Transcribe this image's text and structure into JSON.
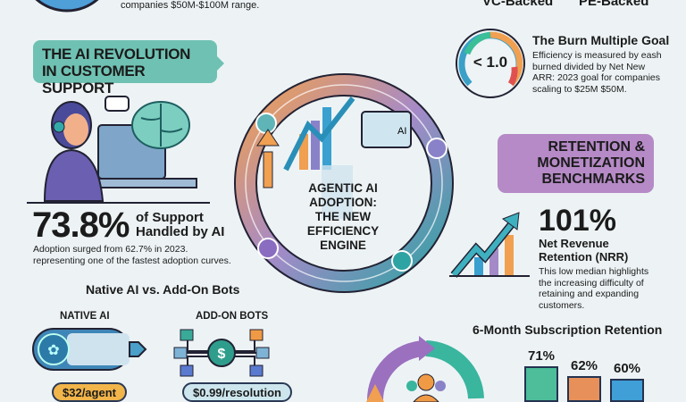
{
  "top": {
    "companies_text": "companies $50M-$100M range.",
    "vc_label": "VC-Backed",
    "pe_label": "PE-Backed"
  },
  "support": {
    "heading": "THE AI REVOLUTION IN CUSTOMER SUPPORT",
    "stat": "73.8%",
    "stat_label_1": "of Support",
    "stat_label_2": "Handled by AI",
    "desc_1": "Adoption surged from 62.7% in 2023.",
    "desc_2": "representing one of the fastest adoption curves."
  },
  "comparison": {
    "title": "Native AI vs. Add-On Bots",
    "native_label": "NATIVE AI",
    "native_price": "$32/agent",
    "addon_label": "ADD-ON BOTS",
    "addon_price": "$0.99/resolution"
  },
  "center": {
    "line1": "AGENTIC AI",
    "line2": "ADOPTION:",
    "line3": "THE NEW",
    "line4": "EFFICIENCY",
    "line5": "ENGINE",
    "screen_label": "AI"
  },
  "burn": {
    "gauge_value": "< 1.0",
    "title": "The Burn Multiple Goal",
    "desc": [
      "Efficiency is measured by eash",
      "burned divided by Net New",
      "ARR: 2023 goal for companies",
      "scaling to $25M $50M."
    ]
  },
  "retention": {
    "heading": [
      "RETENTION &",
      "MONETIZATION",
      "BENCHMARKS"
    ],
    "nrr_value": "101%",
    "nrr_label_1": "Net Revenue",
    "nrr_label_2": "Retention (NRR)",
    "nrr_desc": [
      "This low median highlights",
      "the increasing difficulty of",
      "retaining and expanding",
      "customers."
    ]
  },
  "chart_data": {
    "type": "bar",
    "title": "6-Month Subscription Retention",
    "categories": [
      "",
      "",
      ""
    ],
    "values": [
      71,
      62,
      60
    ],
    "labels": [
      "71%",
      "62%",
      "60%"
    ],
    "colors": [
      "#4dbd9a",
      "#e8905a",
      "#3f9fd6"
    ]
  },
  "colors": {
    "teal": "#6fc2b3",
    "purple": "#b58ac6",
    "orange": "#f0a050",
    "background": "#edf3f5"
  }
}
